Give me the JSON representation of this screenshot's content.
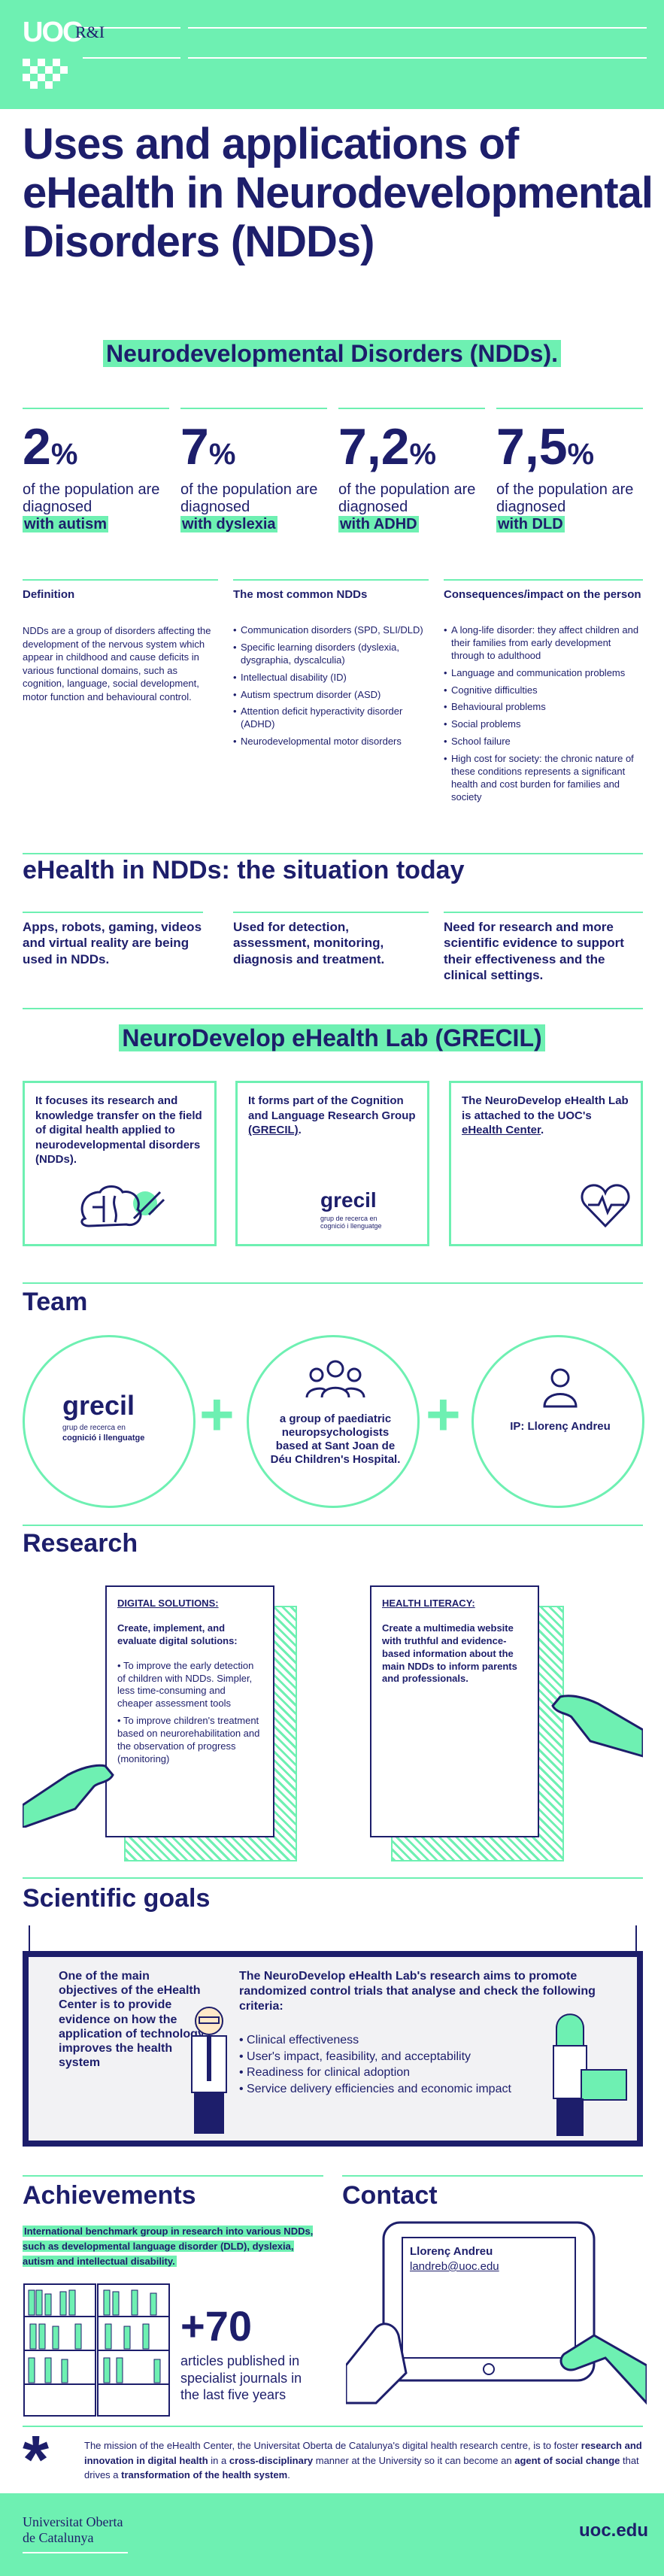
{
  "header": {
    "logo": "UOC",
    "logo_suffix": "R&I"
  },
  "title": "Uses and applications of eHealth in Neurodevelopmental Disorders (NDDs)",
  "ndd": {
    "heading": "Neurodevelopmental Disorders (NDDs).",
    "stats": [
      {
        "num": "2",
        "unit": "%",
        "text": "of the population are diagnosed",
        "highlight": "with autism"
      },
      {
        "num": "7",
        "unit": "%",
        "text": "of the population are diagnosed",
        "highlight": "with dyslexia"
      },
      {
        "num": "7,2",
        "unit": "%",
        "text": "of the population are diagnosed",
        "highlight": "with ADHD"
      },
      {
        "num": "7,5",
        "unit": "%",
        "text": "of the population are diagnosed",
        "highlight": "with DLD"
      }
    ],
    "definition": {
      "heading": "Definition",
      "text": "NDDs are a group of disorders affecting the development of the nervous system which appear in childhood and cause deficits in various functional domains, such as cognition, language, social development, motor function and behavioural control."
    },
    "common": {
      "heading": "The most common NDDs",
      "items": [
        "Communication disorders (SPD, SLI/DLD)",
        "Specific learning disorders (dyslexia, dysgraphia, dyscalculia)",
        "Intellectual disability (ID)",
        "Autism spectrum disorder (ASD)",
        "Attention deficit hyperactivity disorder (ADHD)",
        "Neurodevelopmental motor disorders"
      ]
    },
    "consequences": {
      "heading": "Consequences/impact on the person",
      "items": [
        "A long-life disorder: they affect children and their families from early development through to adulthood",
        "Language and communication problems",
        "Cognitive difficulties",
        "Behavioural problems",
        "Social problems",
        "School failure",
        "High cost for society: the chronic nature of these conditions represents a significant health and cost burden for families and society"
      ]
    }
  },
  "situation": {
    "heading": "eHealth in NDDs: the situation today",
    "items": [
      "Apps, robots, gaming, videos and virtual reality are being used in NDDs.",
      "Used for detection, assessment, monitoring, diagnosis and treatment.",
      "Need for research and more scientific evidence to support their effectiveness and the clinical settings."
    ]
  },
  "lab": {
    "heading": "NeuroDevelop eHealth Lab (GRECIL)",
    "boxes": [
      {
        "text": "It focuses its research and knowledge transfer on the field of digital health applied to neurodevelopmental disorders (NDDs)."
      },
      {
        "text": "It forms part of the Cognition and Language Research Group ",
        "link": "(GRECIL)",
        "after": "."
      },
      {
        "text": "The NeuroDevelop eHealth Lab is attached to the UOC's ",
        "link": "eHealth Center",
        "after": "."
      }
    ],
    "grecil_logo": "grecil",
    "grecil_sub": "grup de recerca en cognició i llenguatge"
  },
  "team": {
    "heading": "Team",
    "grecil_logo": "grecil",
    "grecil_sub1": "grup de recerca en",
    "grecil_sub2": "cognició i llenguatge",
    "group_text": "a group of paediatric neuropsychologists based at Sant Joan de Déu Children's Hospital.",
    "ip_text": "IP: Llorenç Andreu"
  },
  "research": {
    "heading": "Research",
    "digital": {
      "title": "DIGITAL SOLUTIONS:",
      "subtitle": "Create, implement, and evaluate digital solutions:",
      "items": [
        "To improve the early detection of children with NDDs. Simpler, less time-consuming and cheaper assessment tools",
        "To improve children's treatment based on neurorehabilitation and the observation of progress (monitoring)"
      ]
    },
    "literacy": {
      "title": "HEALTH LITERACY:",
      "text": "Create a multimedia website with truthful and evidence-based information about the main NDDs to inform parents and professionals."
    }
  },
  "goals": {
    "heading": "Scientific goals",
    "left": "One of the main objectives of the eHealth Center is to provide evidence on how the application of technology improves the health system",
    "right": "The NeuroDevelop eHealth Lab's research aims to promote randomized control trials that analyse and check the following criteria:",
    "items": [
      "Clinical effectiveness",
      "User's impact, feasibility, and acceptability",
      "Readiness for clinical adoption",
      "Service delivery efficiencies and economic impact"
    ]
  },
  "achievements": {
    "heading": "Achievements",
    "text": "International benchmark group in research into various NDDs, such as developmental language disorder (DLD), dyslexia, autism and intellectual disability.",
    "number": "+70",
    "number_text": "articles published in specialist journals in the last five years"
  },
  "contact": {
    "heading": "Contact",
    "name": "Llorenç Andreu",
    "email": "landreb@uoc.edu"
  },
  "mission": {
    "star": "*",
    "p1": "The mission of the eHealth Center, the Universitat Oberta de Catalunya's digital health research centre, is to foster ",
    "b1": "research and innovation in digital health",
    "p2": " in a ",
    "b2": "cross-disciplinary",
    "p3": " manner at the University so it can become an ",
    "b3": "agent of social change",
    "p4": " that drives a ",
    "b4": "transformation of the health system",
    "p5": "."
  },
  "footer": {
    "university_line1": "Universitat Oberta",
    "university_line2": "de Catalunya",
    "url": "uoc.edu"
  },
  "colors": {
    "navy": "#1d1e6b",
    "green": "#6ef0b2"
  }
}
